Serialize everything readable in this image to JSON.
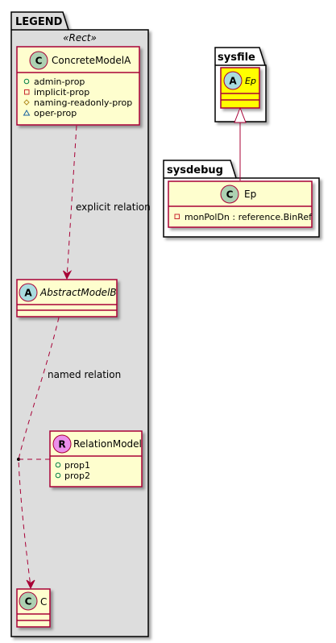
{
  "legend": {
    "title": "LEGEND",
    "stereotype": "«Rect»",
    "concrete_model": {
      "badge": "C",
      "name": "ConcreteModelA",
      "attributes": [
        {
          "marker": "+",
          "text": "admin-prop"
        },
        {
          "marker": "-",
          "text": "implicit-prop"
        },
        {
          "marker": "#",
          "text": "naming-readonly-prop"
        },
        {
          "marker": "~",
          "text": "oper-prop"
        }
      ]
    },
    "abstract_model": {
      "badge": "A",
      "name": "AbstractModelB"
    },
    "relation_model": {
      "badge": "R",
      "name": "RelationModel",
      "attributes": [
        {
          "marker": "+",
          "text": "prop1"
        },
        {
          "marker": "+",
          "text": "prop2"
        }
      ]
    },
    "class_c": {
      "badge": "C",
      "name": "C"
    },
    "explicit_relation_label": "explicit relation",
    "named_relation_label": "named relation"
  },
  "sysfile": {
    "title": "sysfile",
    "ep": {
      "badge": "A",
      "name": "Ep"
    }
  },
  "sysdebug": {
    "title": "sysdebug",
    "ep": {
      "badge": "C",
      "name": "Ep",
      "attributes": [
        {
          "marker": "-",
          "text": "monPolDn : reference.BinRef"
        }
      ]
    }
  },
  "colors": {
    "class_fill": "#FEFECE",
    "class_border": "#A80036",
    "package_fill": "#DDDDDD",
    "highlight_fill": "#FFFF00",
    "badge_class": "#ADD1B2",
    "badge_abstract": "#A9DCDF",
    "badge_relation": "#EB8FEB"
  }
}
